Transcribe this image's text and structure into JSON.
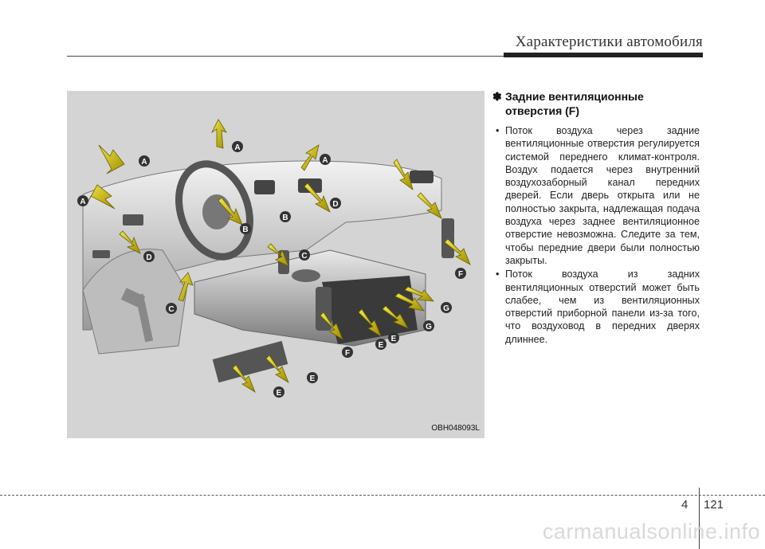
{
  "header": {
    "title": "Характеристики автомобиля"
  },
  "figure": {
    "caption": "OBH048093L",
    "callouts": [
      "A",
      "B",
      "C",
      "D",
      "E",
      "F",
      "G"
    ]
  },
  "section": {
    "mark": "✽",
    "title": "Задние вентиляционные отверстия (F)",
    "bullets": [
      "Поток воздуха через задние вентиляционные отверстия регулируется системой переднего климат-контроля. Воздух подается через внутренний воздухозаборный канал передних дверей. Если дверь открыта или не полностью закрыта, надлежащая подача воздуха через заднее вентиляционное отверстие невозможна. Следите за тем, чтобы передние двери были полностью закрыты.",
      "Поток воздуха из задних вентиляционных отверстий может быть слабее, чем из вентиляционных отверстий приборной панели из-за того, что воздуховод в передних дверях длиннее."
    ]
  },
  "footer": {
    "chapter": "4",
    "page": "121"
  },
  "watermark": "carmanualsonline.info",
  "colors": {
    "arrow_fill": "#c8b400",
    "badge_fill": "#333333",
    "figure_bg": "#d4d4d4"
  }
}
